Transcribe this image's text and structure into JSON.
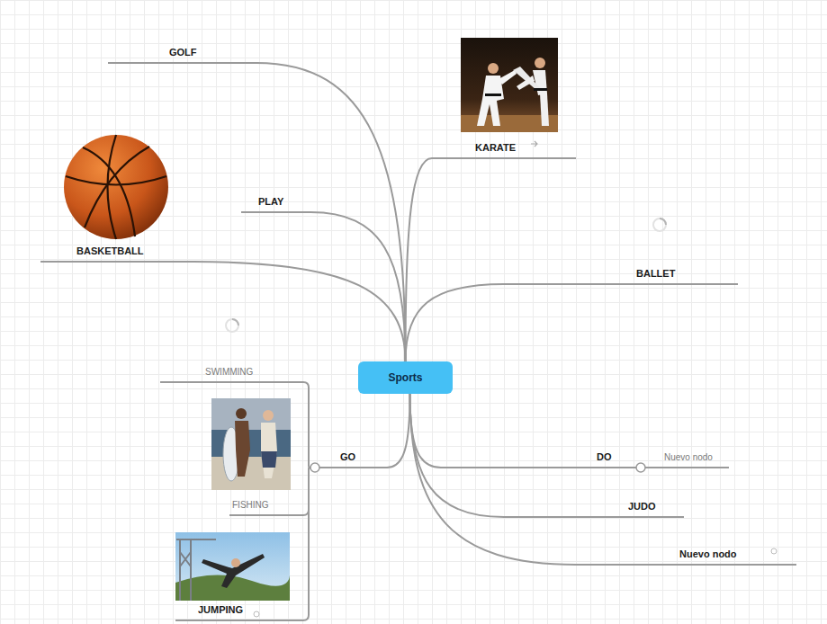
{
  "diagram": {
    "nodes": [
      {
        "text": [
          "GOLF"
        ]
      },
      {
        "text": [
          "KARATE"
        ]
      },
      {
        "text": [
          "PLAY"
        ]
      },
      {
        "text": [
          "BASKETBALL"
        ]
      },
      {
        "text": [
          "BALLET"
        ]
      },
      {
        "text": [
          "Sports"
        ]
      },
      {
        "text": [
          "SWIMMING"
        ]
      },
      {
        "text": [
          "GO"
        ]
      },
      {
        "text": [
          "FISHING"
        ]
      },
      {
        "text": [
          "DO"
        ]
      },
      {
        "text": [
          "Nuevo nodo"
        ]
      },
      {
        "text": [
          "JUDO"
        ]
      },
      {
        "text": [
          "JUMPING"
        ]
      },
      {
        "text": [
          "Nuevo nodo"
        ]
      }
    ],
    "edges": [
      {
        "from": 5,
        "to": 0,
        "arrow": "none"
      },
      {
        "from": 5,
        "to": 1,
        "arrow": "none"
      },
      {
        "from": 5,
        "to": 2,
        "arrow": "none"
      },
      {
        "from": 5,
        "to": 3,
        "arrow": "none"
      },
      {
        "from": 5,
        "to": 4,
        "arrow": "none"
      },
      {
        "from": 5,
        "to": 7,
        "arrow": "none"
      },
      {
        "from": 5,
        "to": 9,
        "arrow": "none"
      },
      {
        "from": 5,
        "to": 11,
        "arrow": "none"
      },
      {
        "from": 5,
        "to": 13,
        "arrow": "none"
      },
      {
        "from": 7,
        "to": 6,
        "arrow": "none"
      },
      {
        "from": 7,
        "to": 8,
        "arrow": "none"
      },
      {
        "from": 7,
        "to": 12,
        "arrow": "none"
      },
      {
        "from": 9,
        "to": 10,
        "arrow": "none"
      }
    ]
  }
}
